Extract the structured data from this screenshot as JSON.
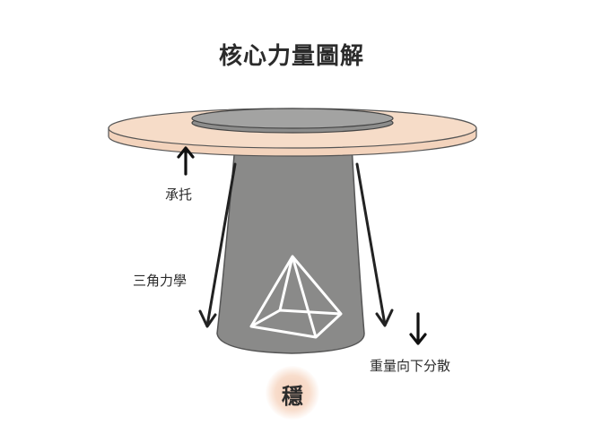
{
  "title": "核心力量圖解",
  "labels": {
    "support": "承托",
    "triangle_mechanics": "三角力學",
    "weight_dispersed": "重量向下分散",
    "stable": "穩"
  },
  "colors": {
    "tabletop": "#f6dcc8",
    "lazy_susan": "#9a9a99",
    "base": "#8a8a89",
    "outline": "#3a3a3a",
    "pyramid": "#ffffff",
    "stable_glow": "#f3cdb6"
  },
  "icons": [
    "up-arrow-icon",
    "down-arrow-icon",
    "pyramid-icon"
  ]
}
